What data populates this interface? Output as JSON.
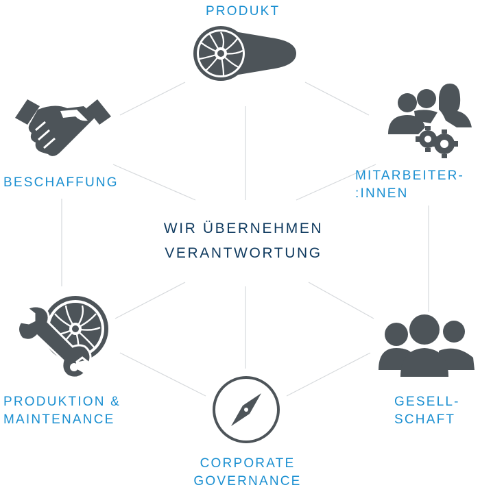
{
  "center": {
    "line1": "WIR ÜBERNEHMEN",
    "line2": "VERANTWORTUNG"
  },
  "nodes": {
    "produkt": {
      "label": "PRODUKT",
      "icon": "jet-engine-icon"
    },
    "mitarbeiter": {
      "line1": "MITARBEITER-",
      "line2": ":INNEN",
      "icon": "people-gears-icon"
    },
    "gesellschaft": {
      "line1": "GESELL-",
      "line2": "SCHAFT",
      "icon": "people-group-icon"
    },
    "governance": {
      "line1": "CORPORATE",
      "line2": "GOVERNANCE",
      "icon": "compass-icon"
    },
    "produktion": {
      "line1": "PRODUKTION &",
      "line2": "MAINTENANCE",
      "icon": "wrench-turbine-icon"
    },
    "beschaffung": {
      "label": "BESCHAFFUNG",
      "icon": "handshake-icon"
    }
  },
  "colors": {
    "label": "#1a8fd1",
    "center": "#0f3a5f",
    "icon": "#4d5459",
    "lines": "#d4d7da"
  }
}
